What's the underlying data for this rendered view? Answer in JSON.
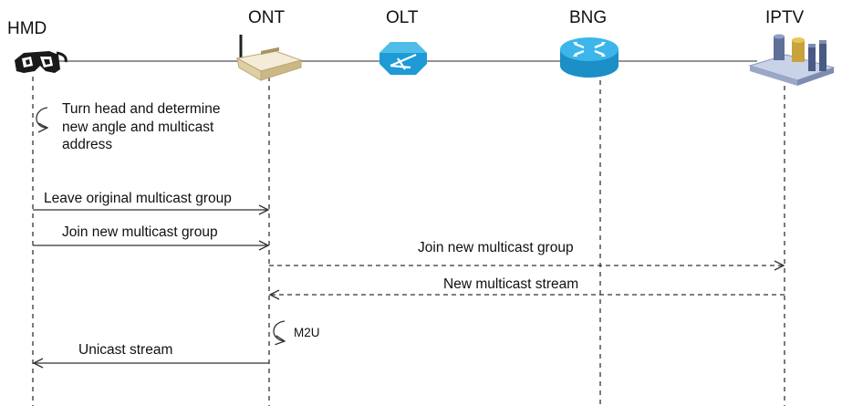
{
  "entities": {
    "hmd": "HMD",
    "ont": "ONT",
    "olt": "OLT",
    "bng": "BNG",
    "iptv": "IPTV"
  },
  "messages": {
    "turn_head_line1": "Turn head and determine",
    "turn_head_line2": "new angle and multicast",
    "turn_head_line3": "address",
    "leave_group": "Leave original multicast group",
    "join_group_hmd": "Join new multicast group",
    "join_group_ont": "Join new multicast group",
    "new_stream": "New multicast stream",
    "m2u": "M2U",
    "unicast": "Unicast stream"
  },
  "colors": {
    "olt_icon": "#1e9bd7",
    "bng_icon": "#2aaee6",
    "line": "#333333"
  },
  "icons": {
    "hmd": "vr-headset-icon",
    "ont": "router-icon",
    "olt": "olt-icon",
    "bng": "switch-icon",
    "iptv": "server-icon"
  }
}
